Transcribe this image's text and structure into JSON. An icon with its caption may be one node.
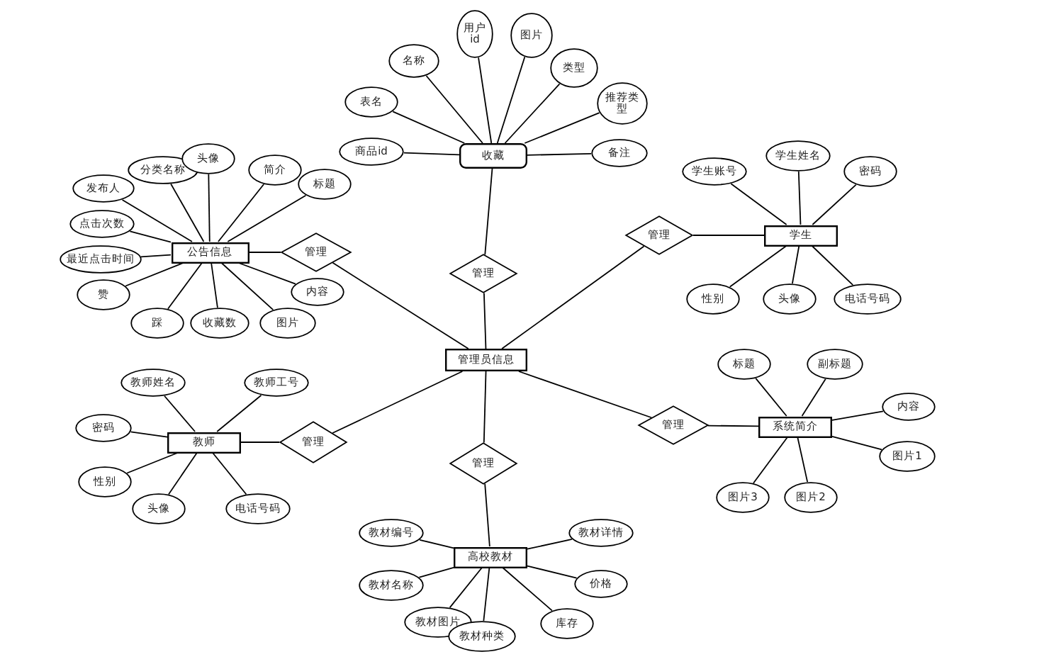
{
  "diagram": {
    "nodes": [
      {
        "text": [
          "收藏"
        ]
      },
      {
        "text": [
          "表名"
        ]
      },
      {
        "text": [
          "名称"
        ]
      },
      {
        "text": [
          "用户id"
        ]
      },
      {
        "text": [
          "图片"
        ]
      },
      {
        "text": [
          "类型"
        ]
      },
      {
        "text": [
          "推荐类型"
        ]
      },
      {
        "text": [
          "商品id"
        ]
      },
      {
        "text": [
          "备注"
        ]
      },
      {
        "text": [
          "管理"
        ]
      },
      {
        "text": [
          "管理员信息"
        ]
      },
      {
        "text": [
          "公告信息"
        ]
      },
      {
        "text": [
          "分类名称"
        ]
      },
      {
        "text": [
          "头像"
        ]
      },
      {
        "text": [
          "简介"
        ]
      },
      {
        "text": [
          "标题"
        ]
      },
      {
        "text": [
          "发布人"
        ]
      },
      {
        "text": [
          "点击次数"
        ]
      },
      {
        "text": [
          "最近点击时间"
        ]
      },
      {
        "text": [
          "赞"
        ]
      },
      {
        "text": [
          "踩"
        ]
      },
      {
        "text": [
          "收藏数"
        ]
      },
      {
        "text": [
          "图片"
        ]
      },
      {
        "text": [
          "内容"
        ]
      },
      {
        "text": [
          "管理"
        ]
      },
      {
        "text": [
          "学生"
        ]
      },
      {
        "text": [
          "学生账号"
        ]
      },
      {
        "text": [
          "学生姓名"
        ]
      },
      {
        "text": [
          "密码"
        ]
      },
      {
        "text": [
          "性别"
        ]
      },
      {
        "text": [
          "头像"
        ]
      },
      {
        "text": [
          "电话号码"
        ]
      },
      {
        "text": [
          "管理"
        ]
      },
      {
        "text": [
          "教师"
        ]
      },
      {
        "text": [
          "教师姓名"
        ]
      },
      {
        "text": [
          "教师工号"
        ]
      },
      {
        "text": [
          "密码"
        ]
      },
      {
        "text": [
          "性别"
        ]
      },
      {
        "text": [
          "头像"
        ]
      },
      {
        "text": [
          "电话号码"
        ]
      },
      {
        "text": [
          "管理"
        ]
      },
      {
        "text": [
          "系统简介"
        ]
      },
      {
        "text": [
          "标题"
        ]
      },
      {
        "text": [
          "副标题"
        ]
      },
      {
        "text": [
          "内容"
        ]
      },
      {
        "text": [
          "图片1"
        ]
      },
      {
        "text": [
          "图片3"
        ]
      },
      {
        "text": [
          "图片2"
        ]
      },
      {
        "text": [
          "管理"
        ]
      },
      {
        "text": [
          "高校教材"
        ]
      },
      {
        "text": [
          "教材编号"
        ]
      },
      {
        "text": [
          "教材名称"
        ]
      },
      {
        "text": [
          "教材图片"
        ]
      },
      {
        "text": [
          "教材种类"
        ]
      },
      {
        "text": [
          "库存"
        ]
      },
      {
        "text": [
          "价格"
        ]
      },
      {
        "text": [
          "教材详情"
        ]
      },
      {
        "text": [
          "管理"
        ]
      }
    ],
    "edges": [
      {
        "from": 0,
        "to": 1,
        "arrow": "none"
      },
      {
        "from": 0,
        "to": 2,
        "arrow": "none"
      },
      {
        "from": 0,
        "to": 3,
        "arrow": "none"
      },
      {
        "from": 0,
        "to": 4,
        "arrow": "none"
      },
      {
        "from": 0,
        "to": 5,
        "arrow": "none"
      },
      {
        "from": 0,
        "to": 6,
        "arrow": "none"
      },
      {
        "from": 0,
        "to": 7,
        "arrow": "none"
      },
      {
        "from": 0,
        "to": 8,
        "arrow": "none"
      },
      {
        "from": 0,
        "to": 9,
        "arrow": "none"
      },
      {
        "from": 9,
        "to": 10,
        "arrow": "none"
      },
      {
        "from": 11,
        "to": 12,
        "arrow": "none"
      },
      {
        "from": 11,
        "to": 13,
        "arrow": "none"
      },
      {
        "from": 11,
        "to": 14,
        "arrow": "none"
      },
      {
        "from": 11,
        "to": 15,
        "arrow": "none"
      },
      {
        "from": 11,
        "to": 16,
        "arrow": "none"
      },
      {
        "from": 11,
        "to": 17,
        "arrow": "none"
      },
      {
        "from": 11,
        "to": 18,
        "arrow": "none"
      },
      {
        "from": 11,
        "to": 19,
        "arrow": "none"
      },
      {
        "from": 11,
        "to": 20,
        "arrow": "none"
      },
      {
        "from": 11,
        "to": 21,
        "arrow": "none"
      },
      {
        "from": 11,
        "to": 22,
        "arrow": "none"
      },
      {
        "from": 11,
        "to": 23,
        "arrow": "none"
      },
      {
        "from": 11,
        "to": 24,
        "arrow": "none"
      },
      {
        "from": 24,
        "to": 10,
        "arrow": "none"
      },
      {
        "from": 25,
        "to": 26,
        "arrow": "none"
      },
      {
        "from": 25,
        "to": 27,
        "arrow": "none"
      },
      {
        "from": 25,
        "to": 28,
        "arrow": "none"
      },
      {
        "from": 25,
        "to": 29,
        "arrow": "none"
      },
      {
        "from": 25,
        "to": 30,
        "arrow": "none"
      },
      {
        "from": 25,
        "to": 31,
        "arrow": "none"
      },
      {
        "from": 32,
        "to": 25,
        "arrow": "none"
      },
      {
        "from": 10,
        "to": 32,
        "arrow": "none"
      },
      {
        "from": 33,
        "to": 34,
        "arrow": "none"
      },
      {
        "from": 33,
        "to": 35,
        "arrow": "none"
      },
      {
        "from": 33,
        "to": 36,
        "arrow": "none"
      },
      {
        "from": 33,
        "to": 37,
        "arrow": "none"
      },
      {
        "from": 33,
        "to": 38,
        "arrow": "none"
      },
      {
        "from": 33,
        "to": 39,
        "arrow": "none"
      },
      {
        "from": 33,
        "to": 40,
        "arrow": "none"
      },
      {
        "from": 40,
        "to": 10,
        "arrow": "none"
      },
      {
        "from": 41,
        "to": 42,
        "arrow": "none"
      },
      {
        "from": 41,
        "to": 43,
        "arrow": "none"
      },
      {
        "from": 41,
        "to": 44,
        "arrow": "none"
      },
      {
        "from": 41,
        "to": 45,
        "arrow": "none"
      },
      {
        "from": 41,
        "to": 46,
        "arrow": "none"
      },
      {
        "from": 41,
        "to": 47,
        "arrow": "none"
      },
      {
        "from": 48,
        "to": 41,
        "arrow": "none"
      },
      {
        "from": 10,
        "to": 48,
        "arrow": "none"
      },
      {
        "from": 49,
        "to": 50,
        "arrow": "none"
      },
      {
        "from": 49,
        "to": 51,
        "arrow": "none"
      },
      {
        "from": 49,
        "to": 52,
        "arrow": "none"
      },
      {
        "from": 49,
        "to": 53,
        "arrow": "none"
      },
      {
        "from": 49,
        "to": 54,
        "arrow": "none"
      },
      {
        "from": 49,
        "to": 55,
        "arrow": "none"
      },
      {
        "from": 49,
        "to": 56,
        "arrow": "none"
      },
      {
        "from": 10,
        "to": 57,
        "arrow": "none"
      },
      {
        "from": 57,
        "to": 49,
        "arrow": "none"
      }
    ]
  }
}
